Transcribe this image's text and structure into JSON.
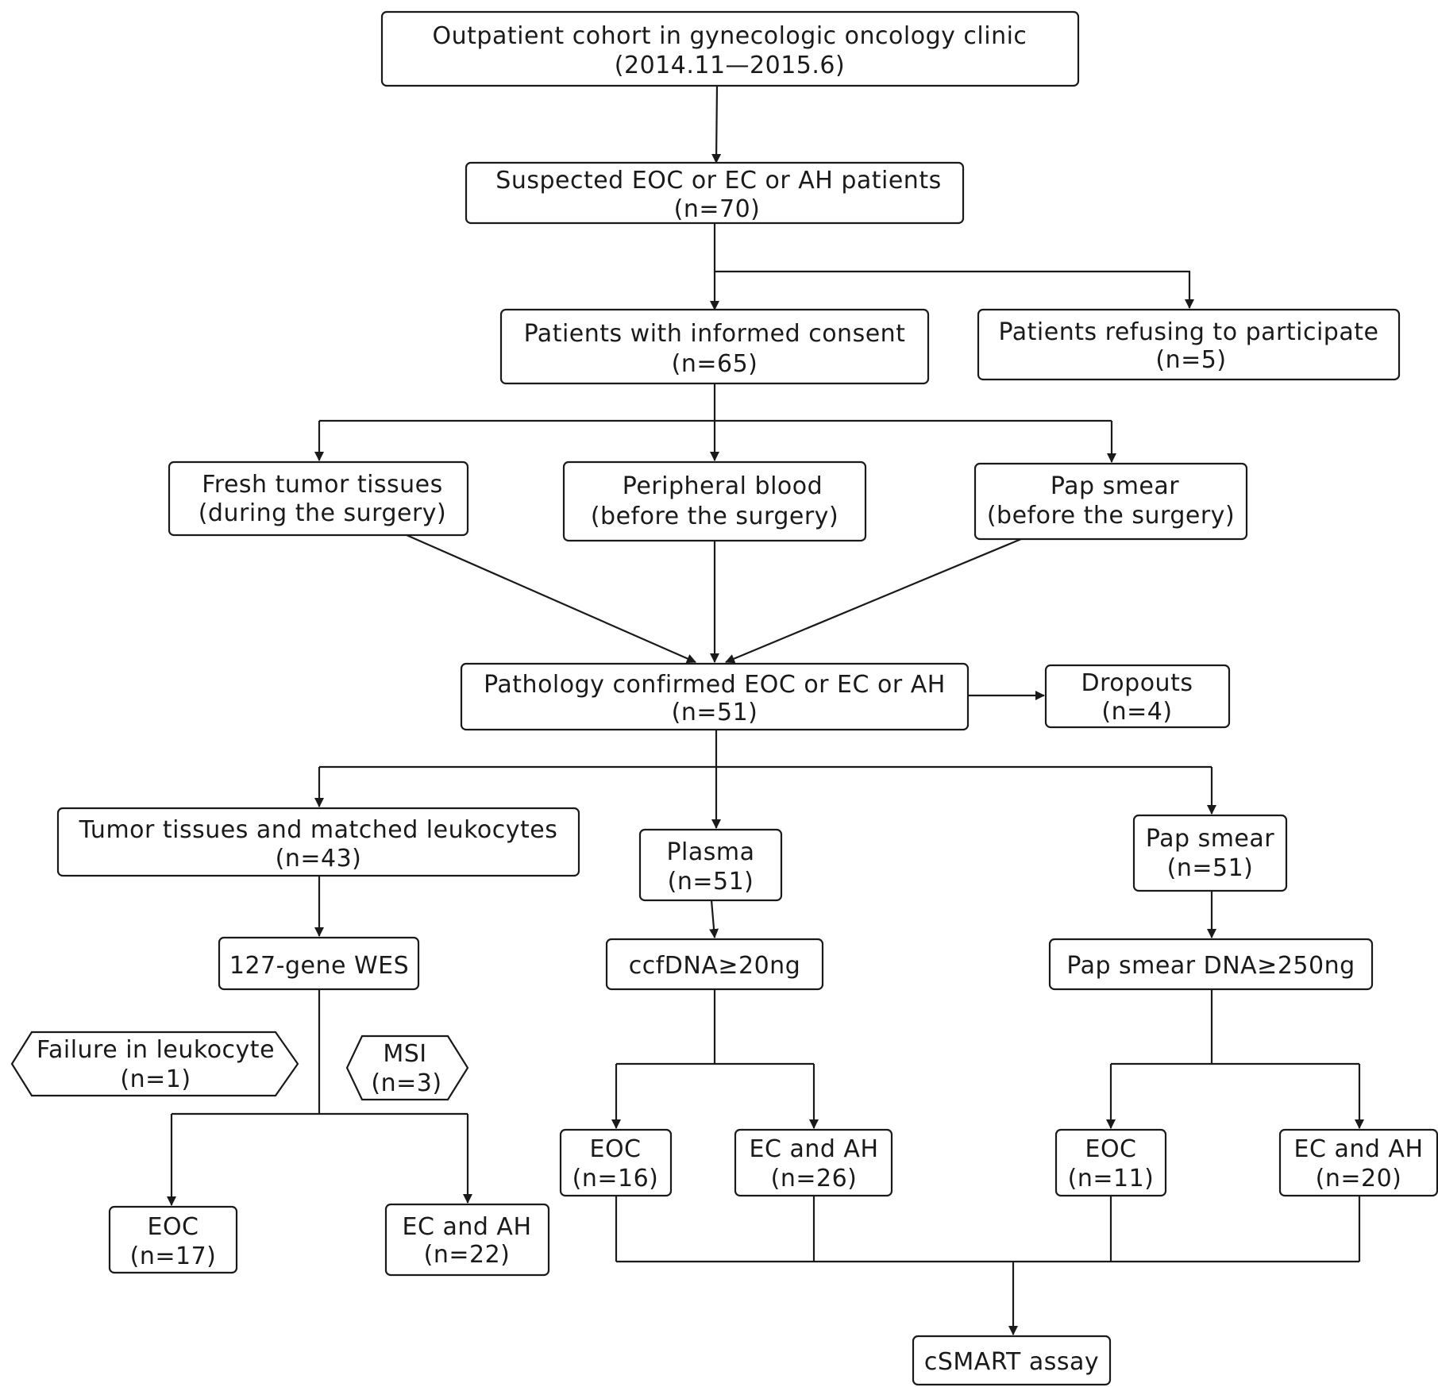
{
  "nodes": {
    "cohort": {
      "line1": "Outpatient cohort in gynecologic oncology clinic",
      "line2": "(2014.11—2015.6)"
    },
    "suspected": {
      "line1": "Suspected EOC or EC or AH patients",
      "line2": "(n=70)"
    },
    "consent": {
      "line1": "Patients with informed consent",
      "line2": "(n=65)"
    },
    "refusing": {
      "line1": "Patients refusing to participate",
      "line2": "(n=5)"
    },
    "fresh_tissue": {
      "line1": "Fresh tumor  tissues",
      "line2": "(during the surgery)"
    },
    "blood": {
      "line1": "Peripheral blood",
      "line2": "(before the surgery)"
    },
    "pap_collect": {
      "line1": "Pap smear",
      "line2": "(before the surgery)"
    },
    "pathology": {
      "line1": "Pathology confirmed EOC or EC or AH",
      "line2": "(n=51)"
    },
    "dropouts": {
      "line1": "Dropouts",
      "line2": "(n=4)"
    },
    "tumor_leuko": {
      "line1": "Tumor tissues and matched leukocytes",
      "line2": "(n=43)"
    },
    "plasma": {
      "line1": "Plasma",
      "line2": "(n=51)"
    },
    "pap_smear": {
      "line1": "Pap smear",
      "line2": "(n=51)"
    },
    "wes": {
      "line1": "127-gene WES"
    },
    "ccfdna": {
      "line1": "ccfDNA≥20ng"
    },
    "pap_dna": {
      "line1": "Pap smear DNA≥250ng"
    },
    "failure": {
      "line1": "Failure in leukocyte",
      "line2": "(n=1)"
    },
    "msi": {
      "line1": "MSI",
      "line2": "(n=3)"
    },
    "wes_eoc": {
      "line1": "EOC",
      "line2": "(n=17)"
    },
    "wes_ec_ah": {
      "line1": "EC and AH",
      "line2": "(n=22)"
    },
    "plasma_eoc": {
      "line1": "EOC",
      "line2": "(n=16)"
    },
    "plasma_ec_ah": {
      "line1": "EC and AH",
      "line2": "(n=26)"
    },
    "pap_eoc": {
      "line1": "EOC",
      "line2": "(n=11)"
    },
    "pap_ec_ah": {
      "line1": "EC and AH",
      "line2": "(n=20)"
    },
    "csmart": {
      "line1": "cSMART assay"
    }
  }
}
